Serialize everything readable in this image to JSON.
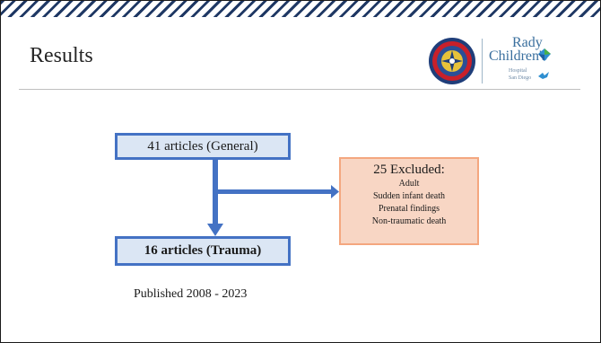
{
  "header": {
    "title": "Results",
    "logos": {
      "seal": "naval-medical-center-seal",
      "rady_line1": "Rady",
      "rady_line2": "Children's",
      "rady_line3": "Hospital",
      "rady_line4": "San Diego"
    }
  },
  "flow": {
    "general_box": "41 articles (General)",
    "trauma_box": "16 articles (Trauma)",
    "excluded": {
      "heading": "25 Excluded:",
      "items": [
        "Adult",
        "Sudden infant death",
        "Prenatal findings",
        "Non-traumatic death"
      ]
    }
  },
  "footer_note": "Published 2008 - 2023",
  "colors": {
    "accent_blue": "#4472c4",
    "box_blue_fill": "#dbe6f4",
    "excluded_fill": "#f8d6c4",
    "excluded_border": "#f4a77f",
    "hatch": "#1f3864"
  }
}
